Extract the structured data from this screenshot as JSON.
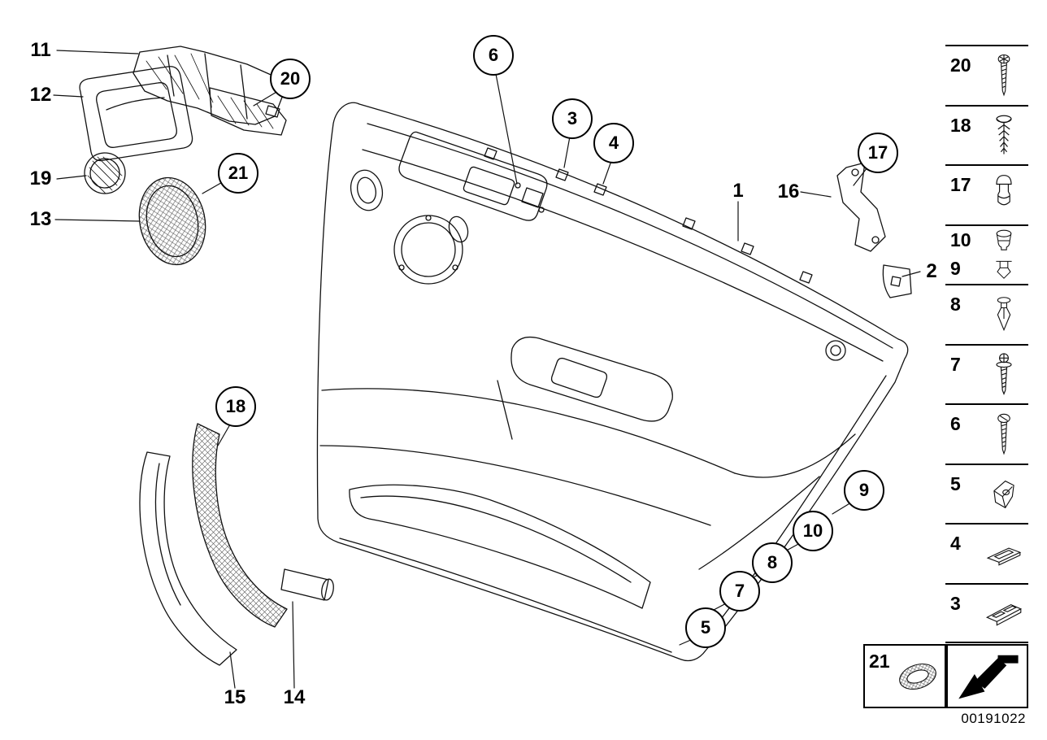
{
  "callouts": {
    "plain": {
      "p11": "11",
      "p12": "12",
      "p19": "19",
      "p13": "13",
      "p1": "1",
      "p16": "16",
      "p2": "2",
      "p15": "15",
      "p14": "14"
    },
    "circled": {
      "c20": "20",
      "c21": "21",
      "c6": "6",
      "c3": "3",
      "c4": "4",
      "c17": "17",
      "c18": "18",
      "c9": "9",
      "c10": "10",
      "c8": "8",
      "c7": "7",
      "c5": "5"
    }
  },
  "legend": {
    "items": [
      {
        "label": "20",
        "icon": "torx-screw-icon"
      },
      {
        "label": "18",
        "icon": "trim-panel-screw-icon"
      },
      {
        "label": "17",
        "icon": "blind-rivet-icon"
      },
      {
        "label": "10",
        "icon": "grommet-icon"
      },
      {
        "label": "9",
        "icon": "expanding-clip-icon"
      },
      {
        "label": "8",
        "icon": "expansion-rivet-icon"
      },
      {
        "label": "7",
        "icon": "screw-with-washer-icon"
      },
      {
        "label": "6",
        "icon": "self-tapping-screw-icon"
      },
      {
        "label": "5",
        "icon": "sheet-metal-clip-icon"
      },
      {
        "label": "4",
        "icon": "clip-plate-icon"
      },
      {
        "label": "3",
        "icon": "bracket-clip-icon"
      }
    ],
    "extra_label": "21"
  },
  "footer": {
    "doc_number": "00191022"
  }
}
